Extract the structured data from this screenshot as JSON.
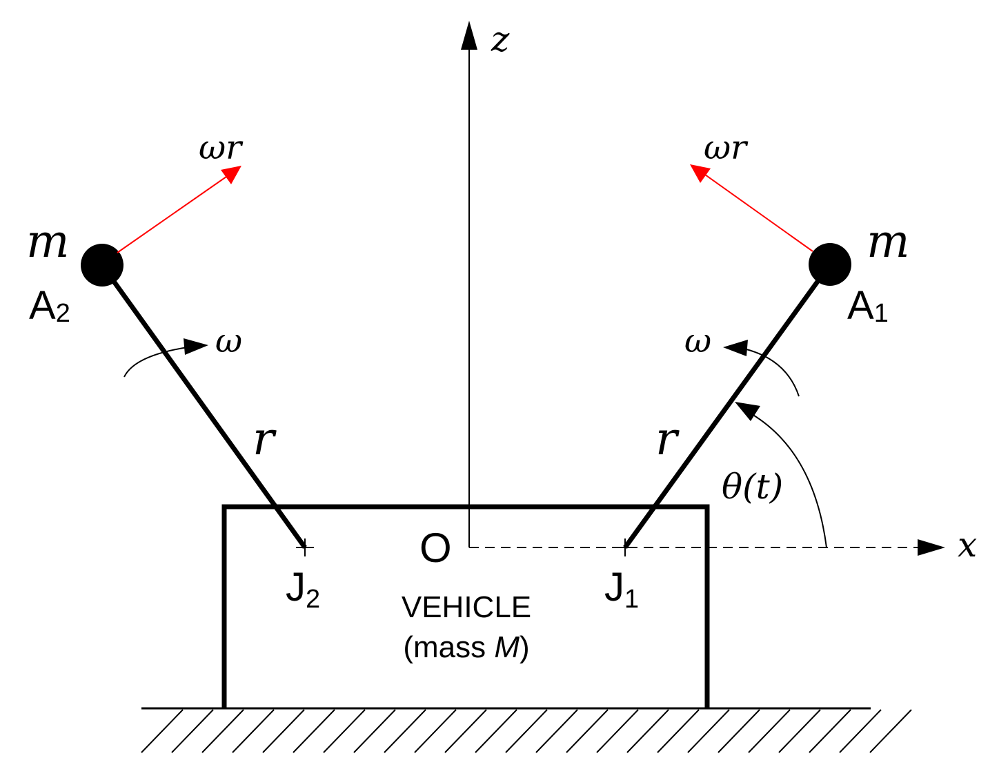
{
  "axes": {
    "z_label": "z",
    "x_label": "x",
    "origin_label": "O"
  },
  "right_arm": {
    "mass_label": "m",
    "point_label": "A",
    "point_subscript": "1",
    "joint_label": "J",
    "joint_subscript": "1",
    "velocity_label": "ωr",
    "omega_label": "ω",
    "length_label": "r",
    "angle_label": "θ(t)"
  },
  "left_arm": {
    "mass_label": "m",
    "point_label": "A",
    "point_subscript": "2",
    "joint_label": "J",
    "joint_subscript": "2",
    "velocity_label": "ωr",
    "omega_label": "ω",
    "length_label": "r"
  },
  "vehicle": {
    "name": "VEHICLE",
    "mass_prefix": "(mass ",
    "mass_symbol": "M",
    "mass_suffix": ")"
  },
  "colors": {
    "line": "#000000",
    "velocity_arrow": "#ff0000",
    "background": "#ffffff"
  }
}
